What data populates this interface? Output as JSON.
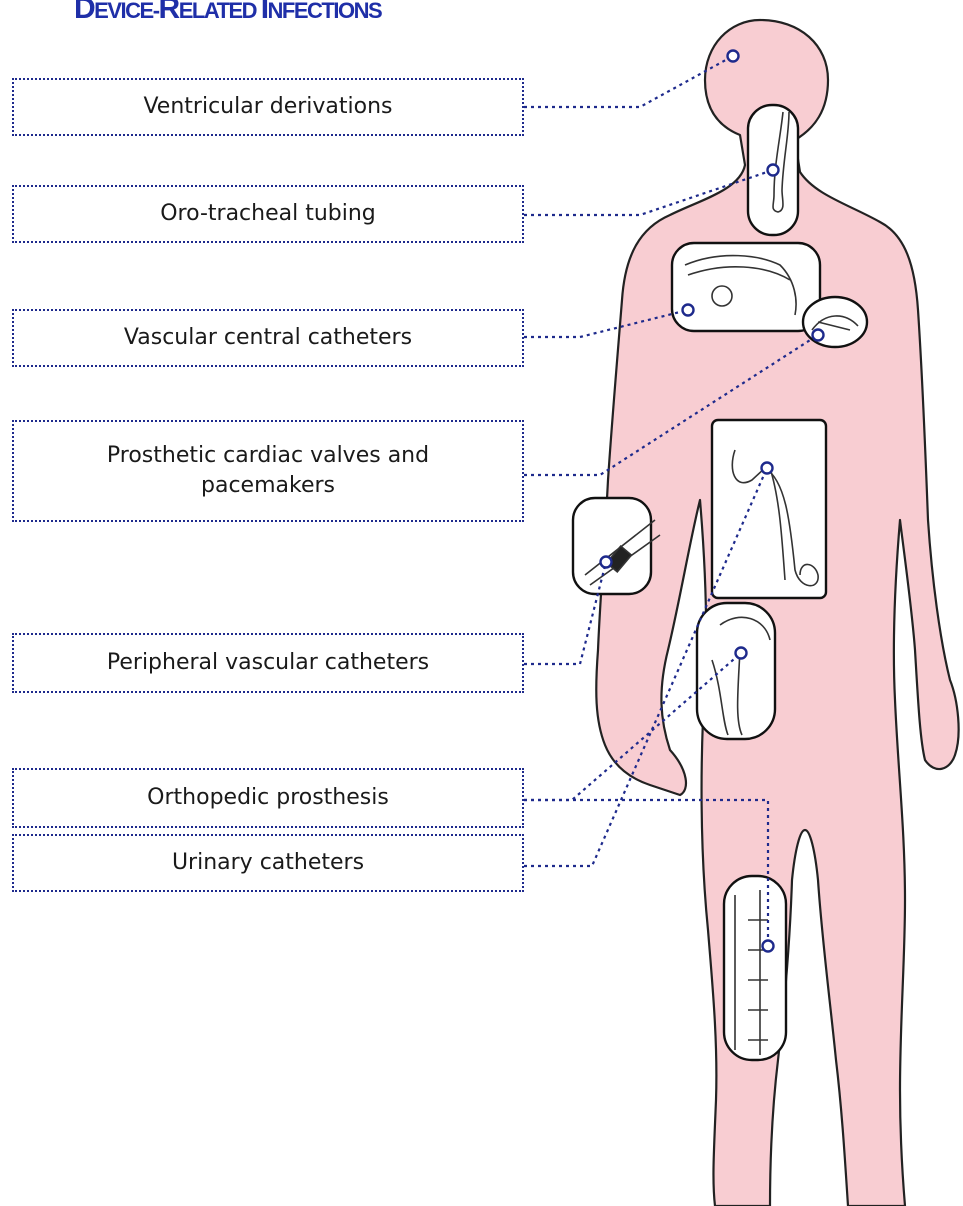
{
  "title": {
    "first": "D",
    "rest": "EVICE-",
    "second": "R",
    "rest2": "ELATED ",
    "third": "I",
    "rest3": "NFECTIONS"
  },
  "labels": {
    "ventricular": "Ventricular derivations",
    "orotracheal": "Oro-tracheal tubing",
    "vascular_central": "Vascular central catheters",
    "valves": "Prosthetic cardiac valves and pacemakers",
    "peripheral": "Peripheral vascular catheters",
    "urinary": "Urinary catheters",
    "orthopedic": "Orthopedic prosthesis"
  },
  "colors": {
    "accent": "#1f2fa8",
    "leader": "#1e2a8c",
    "body_fill": "#f7c6cc",
    "outline": "#1a1a1a"
  }
}
